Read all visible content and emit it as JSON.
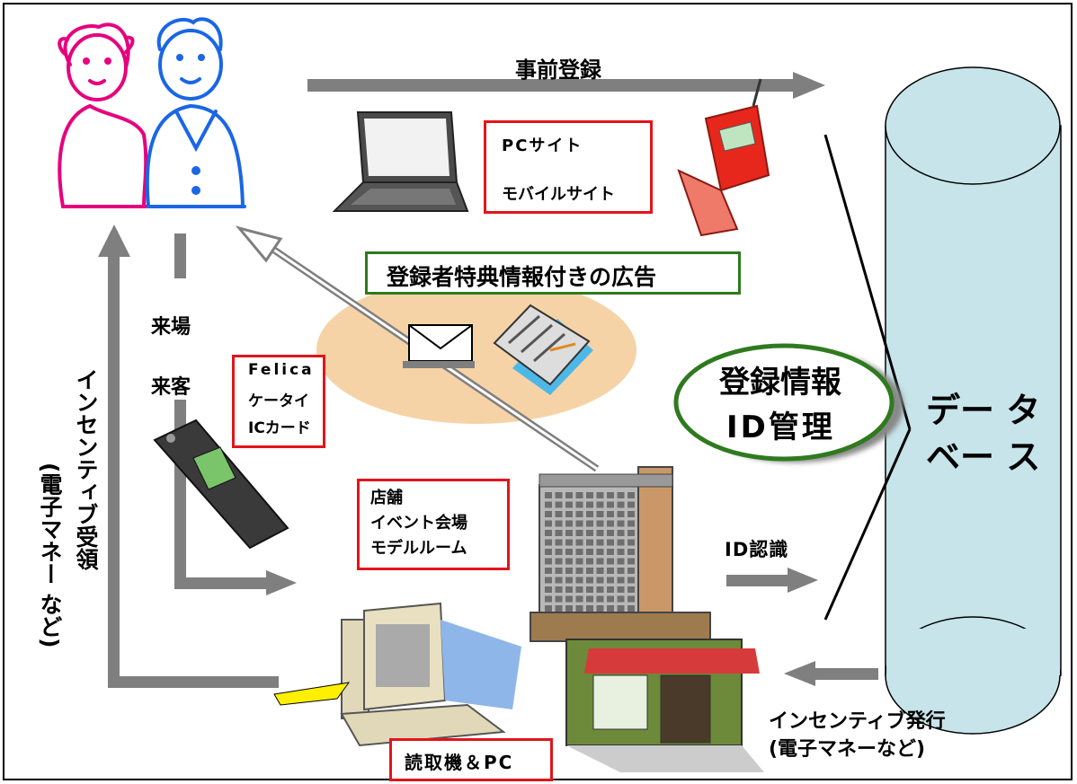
{
  "labels": {
    "pre_registration": "事前登録",
    "pc_site": "PCサイト",
    "mobile_site": "モバイルサイト",
    "ad_with_benefit": "登録者特典情報付きの広告",
    "visit": "来場",
    "customer": "来客",
    "felica": "Felica",
    "mobile_phone": "ケータイ",
    "ic_card": "ICカード",
    "registration_info": "登録情報",
    "id_management": "ID管理",
    "database_line1": "デー タ",
    "database_line2": "ベー ス",
    "store": "店舗",
    "event_venue": "イベント会場",
    "model_room": "モデルルーム",
    "id_recognition": "ID認識",
    "incentive_issue": "インセンティブ発行",
    "incentive_issue_note": "(電子マネーなど)",
    "reader_pc": "読取機＆PC",
    "incentive_receive": "インセンティブ受領",
    "incentive_receive_note": "(電子マネー など)"
  },
  "colors": {
    "arrow_gray": "#7f7f7f",
    "box_red": "#e3141b",
    "box_green": "#2f7a1f",
    "cylinder": "#c6e4ea",
    "ellipse_orange": "#f6d3a6",
    "woman": "#e6007e",
    "man": "#1a66e6"
  },
  "icons": [
    "woman-icon",
    "man-icon",
    "laptop-icon",
    "mobile-phone-icon",
    "envelope-icon",
    "newspaper-icon",
    "felica-phone-icon",
    "building-icon",
    "shop-icon",
    "pc-reader-icon",
    "database-cylinder"
  ]
}
